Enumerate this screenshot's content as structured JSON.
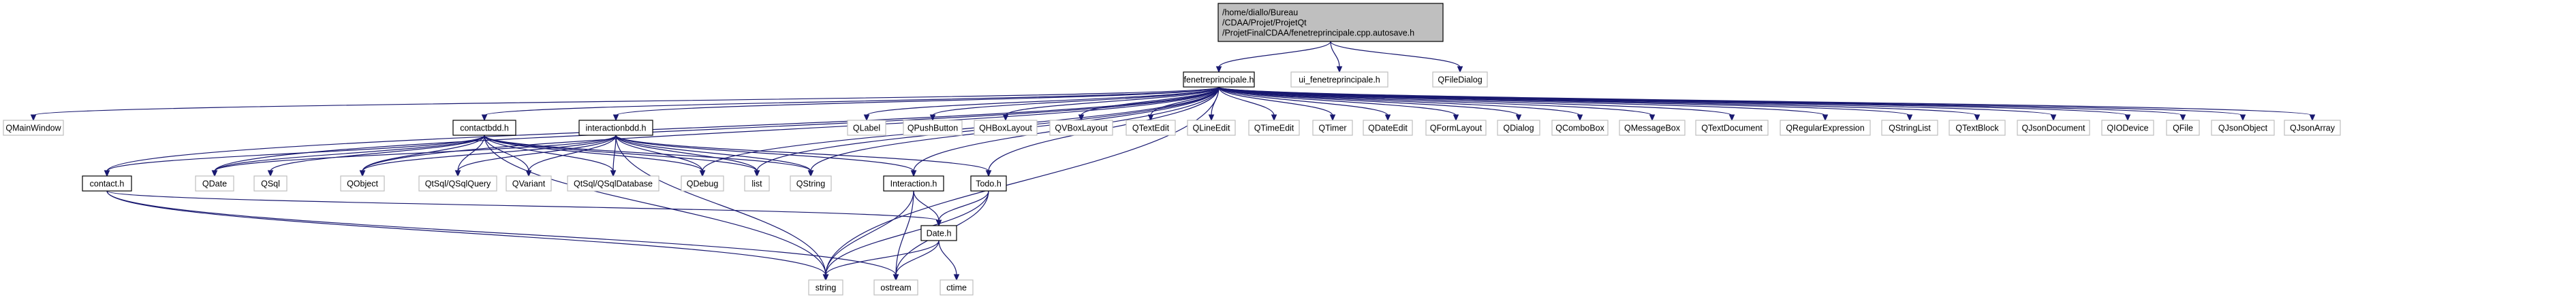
{
  "graph": {
    "type": "include-dependency-graph",
    "colors": {
      "edge": "#191970",
      "root_fill": "#bfbfbf",
      "root_border": "#000000",
      "documented_border": "#000000",
      "external_border": "#bfbfbf",
      "node_fill": "#ffffff",
      "text": "#000000"
    },
    "nodes": [
      {
        "id": "root",
        "lines": [
          "/home/diallo/Bureau",
          "/CDAA/Projet/ProjetQt",
          "/ProjetFinalCDAA/fenetreprincipale.cpp.autosave.h"
        ],
        "kind": "root"
      },
      {
        "id": "fenetreprincipale",
        "lines": [
          "fenetreprincipale.h"
        ],
        "kind": "documented"
      },
      {
        "id": "ui_fenetreprincipale",
        "lines": [
          "ui_fenetreprincipale.h"
        ],
        "kind": "external"
      },
      {
        "id": "QFileDialog",
        "lines": [
          "QFileDialog"
        ],
        "kind": "external"
      },
      {
        "id": "QMainWindow",
        "lines": [
          "QMainWindow"
        ],
        "kind": "external"
      },
      {
        "id": "contactbdd",
        "lines": [
          "contactbdd.h"
        ],
        "kind": "documented"
      },
      {
        "id": "interactionbdd",
        "lines": [
          "interactionbdd.h"
        ],
        "kind": "documented"
      },
      {
        "id": "QLabel",
        "lines": [
          "QLabel"
        ],
        "kind": "external"
      },
      {
        "id": "QPushButton",
        "lines": [
          "QPushButton"
        ],
        "kind": "external"
      },
      {
        "id": "QHBoxLayout",
        "lines": [
          "QHBoxLayout"
        ],
        "kind": "external"
      },
      {
        "id": "QVBoxLayout",
        "lines": [
          "QVBoxLayout"
        ],
        "kind": "external"
      },
      {
        "id": "QTextEdit",
        "lines": [
          "QTextEdit"
        ],
        "kind": "external"
      },
      {
        "id": "QLineEdit",
        "lines": [
          "QLineEdit"
        ],
        "kind": "external"
      },
      {
        "id": "QTimeEdit",
        "lines": [
          "QTimeEdit"
        ],
        "kind": "external"
      },
      {
        "id": "QTimer",
        "lines": [
          "QTimer"
        ],
        "kind": "external"
      },
      {
        "id": "QDateEdit",
        "lines": [
          "QDateEdit"
        ],
        "kind": "external"
      },
      {
        "id": "QFormLayout",
        "lines": [
          "QFormLayout"
        ],
        "kind": "external"
      },
      {
        "id": "QDialog",
        "lines": [
          "QDialog"
        ],
        "kind": "external"
      },
      {
        "id": "QComboBox",
        "lines": [
          "QComboBox"
        ],
        "kind": "external"
      },
      {
        "id": "QMessageBox",
        "lines": [
          "QMessageBox"
        ],
        "kind": "external"
      },
      {
        "id": "QTextDocument",
        "lines": [
          "QTextDocument"
        ],
        "kind": "external"
      },
      {
        "id": "QRegularExpression",
        "lines": [
          "QRegularExpression"
        ],
        "kind": "external"
      },
      {
        "id": "QStringList",
        "lines": [
          "QStringList"
        ],
        "kind": "external"
      },
      {
        "id": "QTextBlock",
        "lines": [
          "QTextBlock"
        ],
        "kind": "external"
      },
      {
        "id": "QJsonDocument",
        "lines": [
          "QJsonDocument"
        ],
        "kind": "external"
      },
      {
        "id": "QIODevice",
        "lines": [
          "QIODevice"
        ],
        "kind": "external"
      },
      {
        "id": "QFile",
        "lines": [
          "QFile"
        ],
        "kind": "external"
      },
      {
        "id": "QJsonObject",
        "lines": [
          "QJsonObject"
        ],
        "kind": "external"
      },
      {
        "id": "QJsonArray",
        "lines": [
          "QJsonArray"
        ],
        "kind": "external"
      },
      {
        "id": "contact",
        "lines": [
          "contact.h"
        ],
        "kind": "documented"
      },
      {
        "id": "QDate",
        "lines": [
          "QDate"
        ],
        "kind": "external"
      },
      {
        "id": "QSql",
        "lines": [
          "QSql"
        ],
        "kind": "external"
      },
      {
        "id": "QObject",
        "lines": [
          "QObject"
        ],
        "kind": "external"
      },
      {
        "id": "QSqlQuery",
        "lines": [
          "QtSql/QSqlQuery"
        ],
        "kind": "external"
      },
      {
        "id": "QVariant",
        "lines": [
          "QVariant"
        ],
        "kind": "external"
      },
      {
        "id": "QSqlDatabase",
        "lines": [
          "QtSql/QSqlDatabase"
        ],
        "kind": "external"
      },
      {
        "id": "QDebug",
        "lines": [
          "QDebug"
        ],
        "kind": "external"
      },
      {
        "id": "list",
        "lines": [
          "list"
        ],
        "kind": "external"
      },
      {
        "id": "QString",
        "lines": [
          "QString"
        ],
        "kind": "external"
      },
      {
        "id": "Interaction",
        "lines": [
          "Interaction.h"
        ],
        "kind": "documented"
      },
      {
        "id": "Todo",
        "lines": [
          "Todo.h"
        ],
        "kind": "documented"
      },
      {
        "id": "Date",
        "lines": [
          "Date.h"
        ],
        "kind": "documented"
      },
      {
        "id": "string",
        "lines": [
          "string"
        ],
        "kind": "external"
      },
      {
        "id": "ostream",
        "lines": [
          "ostream"
        ],
        "kind": "external"
      },
      {
        "id": "ctime",
        "lines": [
          "ctime"
        ],
        "kind": "external"
      }
    ],
    "edges": [
      [
        "root",
        "fenetreprincipale"
      ],
      [
        "root",
        "ui_fenetreprincipale"
      ],
      [
        "root",
        "QFileDialog"
      ],
      [
        "fenetreprincipale",
        "QMainWindow"
      ],
      [
        "fenetreprincipale",
        "contactbdd"
      ],
      [
        "fenetreprincipale",
        "interactionbdd"
      ],
      [
        "fenetreprincipale",
        "QLabel"
      ],
      [
        "fenetreprincipale",
        "QPushButton"
      ],
      [
        "fenetreprincipale",
        "QHBoxLayout"
      ],
      [
        "fenetreprincipale",
        "QVBoxLayout"
      ],
      [
        "fenetreprincipale",
        "QTextEdit"
      ],
      [
        "fenetreprincipale",
        "QLineEdit"
      ],
      [
        "fenetreprincipale",
        "QTimeEdit"
      ],
      [
        "fenetreprincipale",
        "QTimer"
      ],
      [
        "fenetreprincipale",
        "QDateEdit"
      ],
      [
        "fenetreprincipale",
        "QFormLayout"
      ],
      [
        "fenetreprincipale",
        "QDialog"
      ],
      [
        "fenetreprincipale",
        "QComboBox"
      ],
      [
        "fenetreprincipale",
        "QMessageBox"
      ],
      [
        "fenetreprincipale",
        "QTextDocument"
      ],
      [
        "fenetreprincipale",
        "QRegularExpression"
      ],
      [
        "fenetreprincipale",
        "QStringList"
      ],
      [
        "fenetreprincipale",
        "QTextBlock"
      ],
      [
        "fenetreprincipale",
        "QJsonDocument"
      ],
      [
        "fenetreprincipale",
        "QIODevice"
      ],
      [
        "fenetreprincipale",
        "QFile"
      ],
      [
        "fenetreprincipale",
        "QJsonObject"
      ],
      [
        "fenetreprincipale",
        "QJsonArray"
      ],
      [
        "fenetreprincipale",
        "contact"
      ],
      [
        "fenetreprincipale",
        "QDate"
      ],
      [
        "fenetreprincipale",
        "QObject"
      ],
      [
        "fenetreprincipale",
        "QDebug"
      ],
      [
        "fenetreprincipale",
        "list"
      ],
      [
        "fenetreprincipale",
        "QString"
      ],
      [
        "fenetreprincipale",
        "Interaction"
      ],
      [
        "fenetreprincipale",
        "Todo"
      ],
      [
        "fenetreprincipale",
        "string"
      ],
      [
        "contactbdd",
        "contact"
      ],
      [
        "contactbdd",
        "QDate"
      ],
      [
        "contactbdd",
        "QSql"
      ],
      [
        "contactbdd",
        "QObject"
      ],
      [
        "contactbdd",
        "QSqlQuery"
      ],
      [
        "contactbdd",
        "QVariant"
      ],
      [
        "contactbdd",
        "QSqlDatabase"
      ],
      [
        "contactbdd",
        "QDebug"
      ],
      [
        "contactbdd",
        "list"
      ],
      [
        "contactbdd",
        "QString"
      ],
      [
        "contactbdd",
        "string"
      ],
      [
        "interactionbdd",
        "QDate"
      ],
      [
        "interactionbdd",
        "QObject"
      ],
      [
        "interactionbdd",
        "QSqlQuery"
      ],
      [
        "interactionbdd",
        "QVariant"
      ],
      [
        "interactionbdd",
        "QSqlDatabase"
      ],
      [
        "interactionbdd",
        "QDebug"
      ],
      [
        "interactionbdd",
        "list"
      ],
      [
        "interactionbdd",
        "QString"
      ],
      [
        "interactionbdd",
        "Interaction"
      ],
      [
        "interactionbdd",
        "Todo"
      ],
      [
        "interactionbdd",
        "string"
      ],
      [
        "contact",
        "Date"
      ],
      [
        "contact",
        "string"
      ],
      [
        "contact",
        "ostream"
      ],
      [
        "Interaction",
        "Date"
      ],
      [
        "Interaction",
        "string"
      ],
      [
        "Interaction",
        "ostream"
      ],
      [
        "Todo",
        "Date"
      ],
      [
        "Todo",
        "string"
      ],
      [
        "Todo",
        "ostream"
      ],
      [
        "Date",
        "string"
      ],
      [
        "Date",
        "ostream"
      ],
      [
        "Date",
        "ctime"
      ]
    ]
  }
}
